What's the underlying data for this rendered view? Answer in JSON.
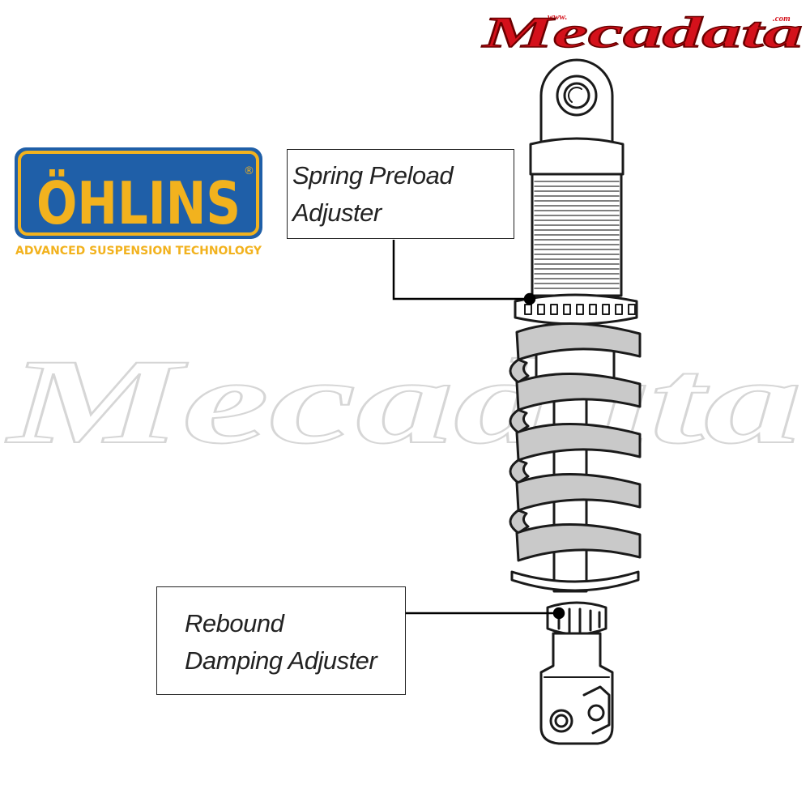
{
  "labels": {
    "preload": [
      "Spring Preload",
      "Adjuster"
    ],
    "rebound": [
      "Rebound",
      "Damping Adjuster"
    ]
  },
  "logos": {
    "ohlins": {
      "wordmark": "ÖHLINS",
      "tagline": "ADVANCED SUSPENSION TECHNOLOGY",
      "registered": "®"
    },
    "mecadata": {
      "wordmark": "Mecadata",
      "prefix": "www.",
      "suffix": ".com"
    },
    "watermark": "Mecadata"
  },
  "colors": {
    "ohlins_blue": "#1f5fa8",
    "ohlins_gold": "#f2b21e",
    "brand_red": "#d4111b",
    "spring_grey": "#c9c9c9",
    "outline": "#1a1a1a"
  },
  "icons": {
    "shock": "rear-shock-absorber-icon"
  }
}
